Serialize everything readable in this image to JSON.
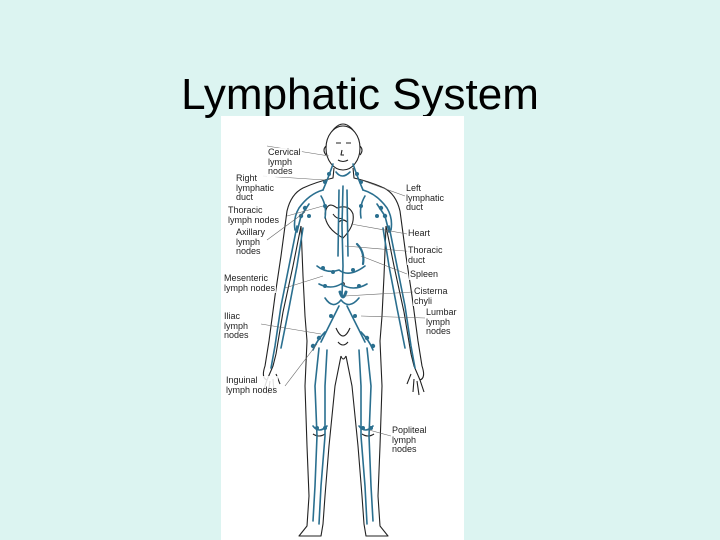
{
  "slide": {
    "title": "Lymphatic System"
  },
  "figure": {
    "labels": {
      "cervical": "Cervical\nlymph\nnodes",
      "right_duct": "Right\nlymphatic\nduct",
      "thoracic_nodes": "Thoracic\nlymph nodes",
      "axillary": "Axillary\nlymph\nnodes",
      "mesenteric": "Mesenteric\nlymph nodes",
      "iliac": "Iliac\nlymph\nnodes",
      "inguinal": "Inguinal\nlymph nodes",
      "left_duct": "Left\nlymphatic\nduct",
      "heart": "Heart",
      "thoracic_duct": "Thoracic\nduct",
      "spleen": "Spleen",
      "cisterna": "Cisterna\nchyli",
      "lumbar": "Lumbar\nlymph\nnodes",
      "popliteal": "Popliteal\nlymph\nnodes"
    },
    "colors": {
      "lymph_vessels": "#2a6f8f",
      "outline": "#222222",
      "background": "#ffffff"
    }
  }
}
